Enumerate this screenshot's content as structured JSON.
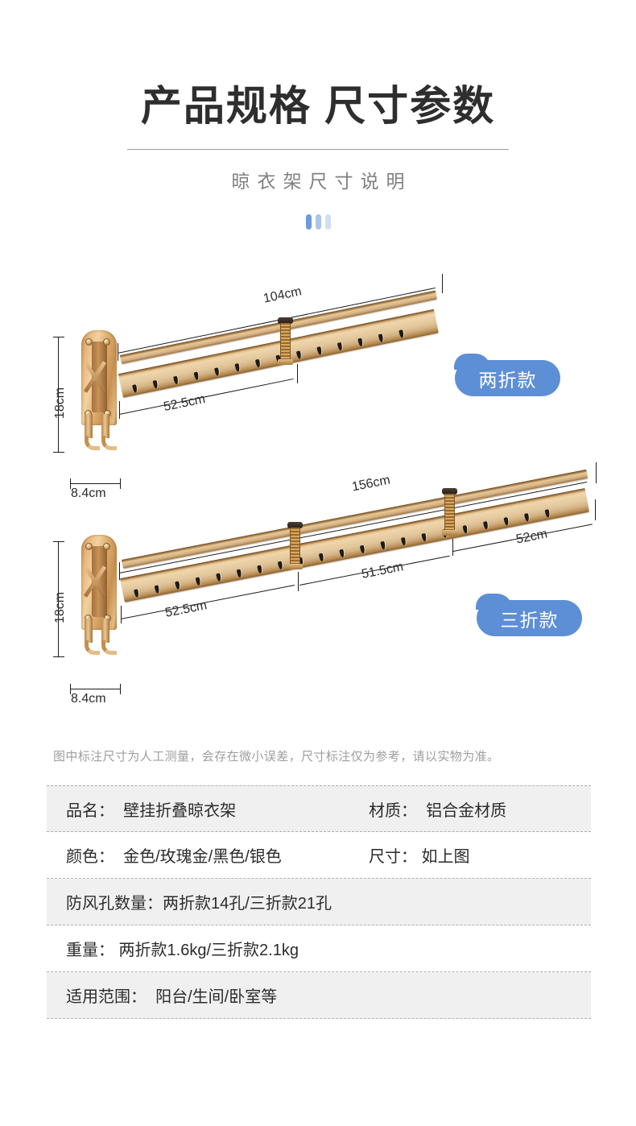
{
  "header": {
    "title": "产品规格 尺寸参数",
    "subtitle": "晾衣架尺寸说明",
    "dots": [
      "dot-1",
      "dot-2",
      "dot-3"
    ]
  },
  "diagrams": [
    {
      "id": "two-fold",
      "badge": "两折款",
      "dimensions": {
        "total_length": "104cm",
        "arm_length": "52.5cm",
        "bracket_height": "18cm",
        "bracket_width": "8.4cm"
      }
    },
    {
      "id": "three-fold",
      "badge": "三折款",
      "dimensions": {
        "total_length": "156cm",
        "arm_length": "52.5cm",
        "middle_length": "51.5cm",
        "end_length": "52cm",
        "bracket_height": "18cm",
        "bracket_width": "8.4cm"
      }
    }
  ],
  "note": "图中标注尺寸为人工测量，会存在微小误差，尺寸标注仅为参考，请以实物为准。",
  "spec_table": [
    {
      "left_key": "品名：",
      "left_value": "  壁挂折叠晾衣架",
      "right_key": "材质：",
      "right_value": "  铝合金材质",
      "shaded": true
    },
    {
      "left_key": "颜色：",
      "left_value": "  金色/玫瑰金/黑色/银色",
      "right_key": "尺寸：",
      "right_value": " 如上图",
      "shaded": false
    },
    {
      "left_key": "防风孔数量：",
      "left_value": "两折款14孔/三折款21孔",
      "right_key": "",
      "right_value": "",
      "shaded": true
    },
    {
      "left_key": "重量：",
      "left_value": " 两折款1.6kg/三折款2.1kg",
      "right_key": "",
      "right_value": "",
      "shaded": false
    },
    {
      "left_key": "适用范围：",
      "left_value": "  阳台/生间/卧室等",
      "right_key": "",
      "right_value": "",
      "shaded": true
    }
  ],
  "colors": {
    "badge_blue": "#5d8fd6",
    "dot_blue": "#6d9ada",
    "metal_gold": "#e3c79c",
    "row_shade": "#f0f0f0",
    "title_text": "#2e2e2e",
    "subtitle_text": "#808080",
    "note_text": "#9e9e9e"
  }
}
